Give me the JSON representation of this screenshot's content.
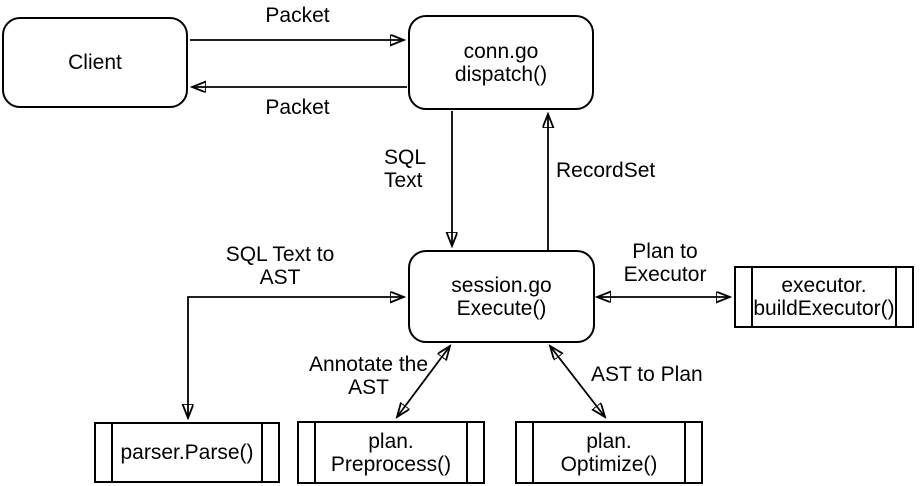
{
  "diagram": {
    "background_color": "#ffffff",
    "node_fill_color": "#ffffff",
    "stroke_color": "#000000",
    "text_color": "#000000"
  },
  "nodes": {
    "client": {
      "label": "Client",
      "shape": "rounded-rectangle"
    },
    "conn": {
      "label": "conn.go\ndispatch()",
      "shape": "rounded-rectangle"
    },
    "session": {
      "label": "session.go\nExecute()",
      "shape": "rounded-rectangle"
    },
    "executor": {
      "label": "executor.\nbuildExecutor()",
      "shape": "process"
    },
    "parser": {
      "label": "parser.Parse()",
      "shape": "process"
    },
    "preprocess": {
      "label": "plan.\nPreprocess()",
      "shape": "process"
    },
    "optimize": {
      "label": "plan.\nOptimize()",
      "shape": "process"
    }
  },
  "edges": [
    {
      "from": "client",
      "to": "conn",
      "label": "Packet",
      "direction": "one-way"
    },
    {
      "from": "conn",
      "to": "client",
      "label": "Packet",
      "direction": "one-way"
    },
    {
      "from": "conn",
      "to": "session",
      "label": "SQL\nText",
      "direction": "one-way"
    },
    {
      "from": "session",
      "to": "conn",
      "label": "RecordSet",
      "direction": "one-way"
    },
    {
      "from": "session",
      "to": "parser",
      "label": "SQL Text to\nAST",
      "direction": "two-way"
    },
    {
      "from": "session",
      "to": "preprocess",
      "label": "Annotate the\nAST",
      "direction": "two-way"
    },
    {
      "from": "session",
      "to": "optimize",
      "label": "AST to Plan",
      "direction": "two-way"
    },
    {
      "from": "session",
      "to": "executor",
      "label": "Plan to\nExecutor",
      "direction": "two-way"
    }
  ]
}
